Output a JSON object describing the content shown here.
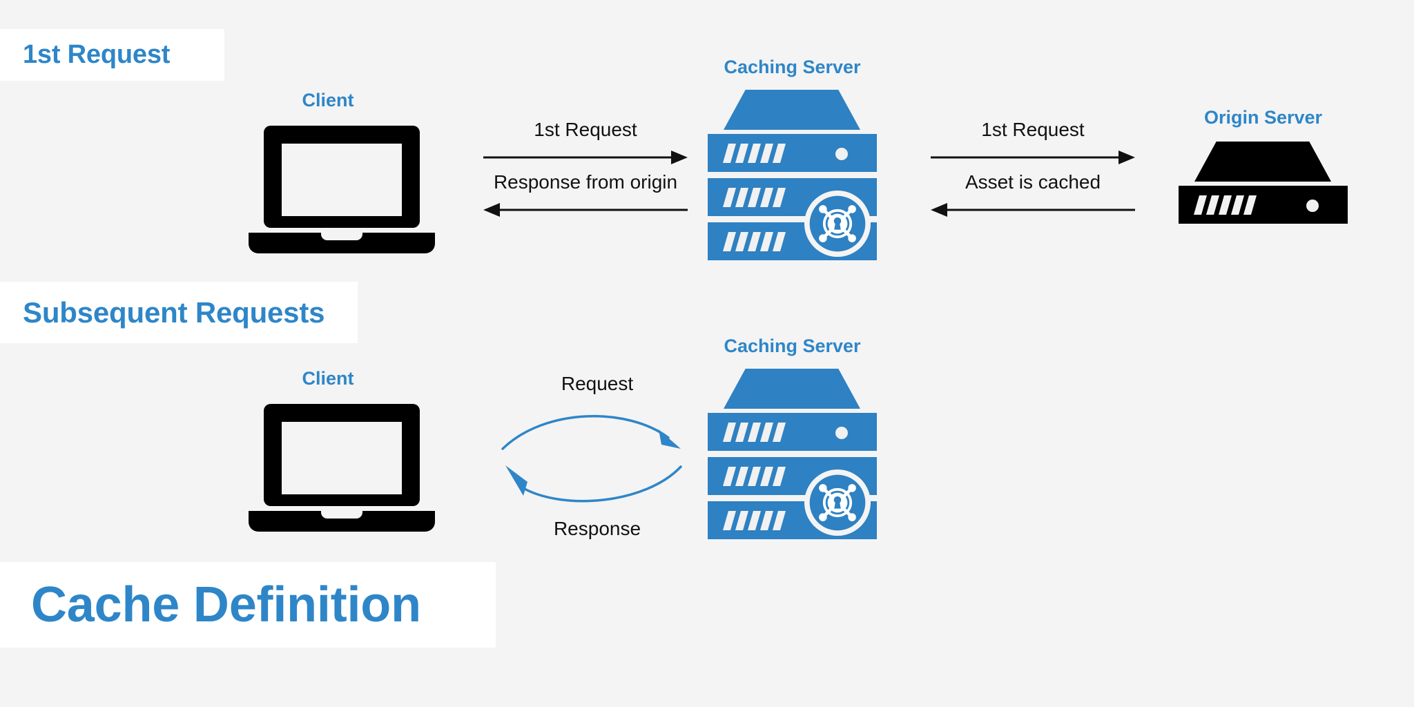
{
  "page": {
    "background_color": "#f4f4f4",
    "accent_blue": "#2E86C8",
    "server_blue": "#2E81C2",
    "black": "#000000"
  },
  "sections": {
    "first_request": {
      "band_title": "1st Request"
    },
    "subsequent_requests": {
      "band_title": "Subsequent Requests"
    },
    "cache_definition": {
      "band_title": "Cache Definition"
    }
  },
  "row1": {
    "client": {
      "caption": "Client",
      "icon": "laptop-icon"
    },
    "caching_server": {
      "caption": "Caching Server",
      "icon": "caching-server-icon",
      "color": "#2E81C2"
    },
    "origin_server": {
      "caption": "Origin Server",
      "icon": "origin-server-icon",
      "color": "#000000"
    },
    "arrows_left": [
      {
        "label": "1st Request",
        "direction": "right"
      },
      {
        "label": "Response from origin",
        "direction": "left"
      }
    ],
    "arrows_right": [
      {
        "label": "1st Request",
        "direction": "right"
      },
      {
        "label": "Asset is cached",
        "direction": "left"
      }
    ]
  },
  "row2": {
    "client": {
      "caption": "Client",
      "icon": "laptop-icon"
    },
    "caching_server": {
      "caption": "Caching Server",
      "icon": "caching-server-icon",
      "color": "#2E81C2"
    },
    "cycle_arrows": [
      {
        "label": "Request",
        "direction": "right",
        "curve": "top"
      },
      {
        "label": "Response",
        "direction": "left",
        "curve": "bottom"
      }
    ]
  }
}
